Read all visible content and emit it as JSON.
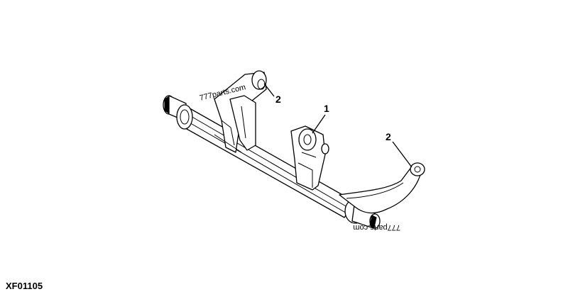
{
  "figure_id": "XF01105",
  "callouts": [
    "1",
    "2",
    "2"
  ],
  "watermarks": [
    "777parts.com",
    "777parts.com"
  ],
  "colors": {
    "line": "#000000",
    "background": "#ffffff"
  }
}
